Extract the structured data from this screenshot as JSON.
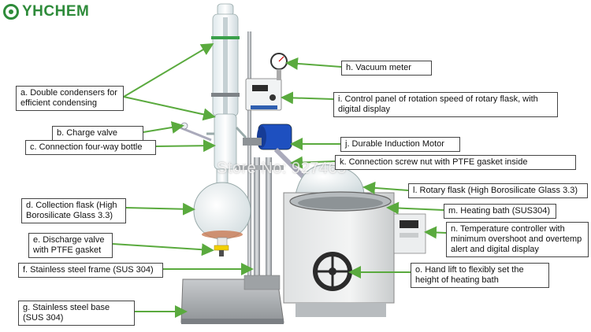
{
  "brand": {
    "name": "YHCHEM",
    "color": "#2e8b3a"
  },
  "arrow_color": "#5aaa3e",
  "labels": {
    "a": "a. Double condensers for efficient condensing",
    "b": "b. Charge valve",
    "c": "c. Connection four-way bottle",
    "d": "d. Collection flask (High Borosilicate Glass 3.3)",
    "e": "e. Discharge valve with PTFE gasket",
    "f": "f. Stainless steel frame (SUS 304)",
    "g": "g. Stainless steel base (SUS 304)",
    "h": "h. Vacuum meter",
    "i": "i. Control panel of rotation speed of rotary flask, with digital display",
    "j": "j. Durable Induction Motor",
    "k": "k. Connection screw nut  with PTFE gasket inside",
    "l": "l. Rotary flask (High Borosilicate Glass 3.3)",
    "m": "m. Heating bath (SUS304)",
    "n": "n. Temperature controller with minimum overshoot and overtemp alert and digital display",
    "o": "o. Hand lift to flexibly set the height of heating bath"
  },
  "watermark": "Store No: 927465"
}
